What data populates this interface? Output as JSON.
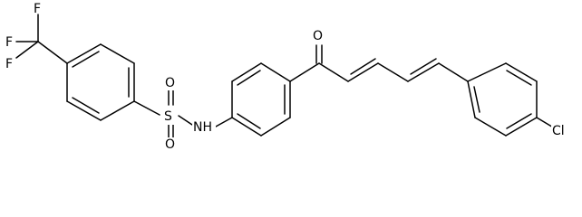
{
  "molecule": {
    "atoms": {
      "F1": "F",
      "F2": "F",
      "F3": "F",
      "S": "S",
      "O_s1": "O",
      "O_s2": "O",
      "NH": "NH",
      "O_ketone": "O",
      "Cl": "Cl"
    }
  },
  "colors": {
    "bond": "#000000",
    "label": "#000000",
    "background": "#ffffff"
  }
}
